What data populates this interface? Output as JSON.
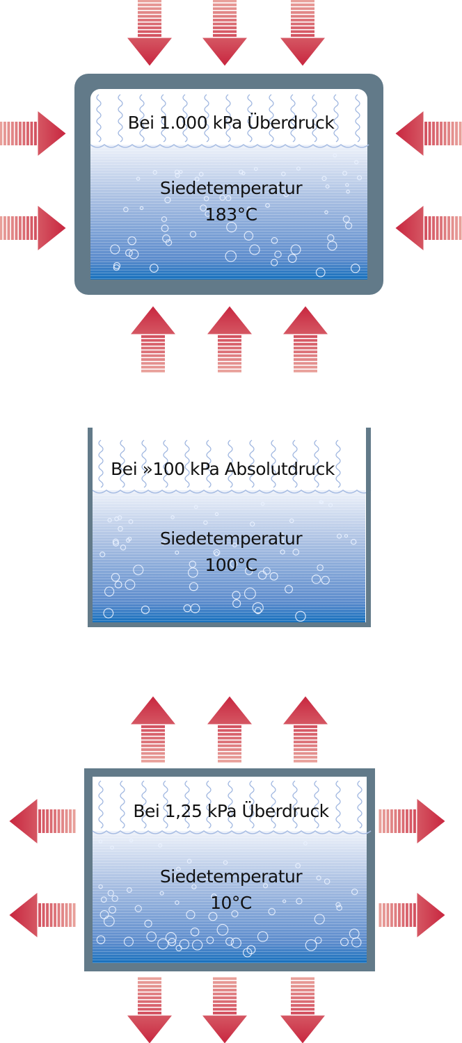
{
  "colors": {
    "arrow_dark": "#c8263f",
    "arrow_light": "#e8a09a",
    "vessel": "#627a89",
    "water_top": "#e8eef8",
    "water_bottom": "#1c74c0"
  },
  "panels": [
    {
      "pressure_label": "Bei 1.000 kPa Überdruck",
      "boiling_label": "Siedetemperatur",
      "temperature": "183°C",
      "arrow_direction": "inward"
    },
    {
      "pressure_label": "Bei »100 kPa Absolutdruck",
      "boiling_label": "Siedetemperatur",
      "temperature": "100°C",
      "arrow_direction": "none"
    },
    {
      "pressure_label": "Bei 1,25 kPa Überdruck",
      "boiling_label": "Siedetemperatur",
      "temperature": "10°C",
      "arrow_direction": "outward"
    }
  ]
}
